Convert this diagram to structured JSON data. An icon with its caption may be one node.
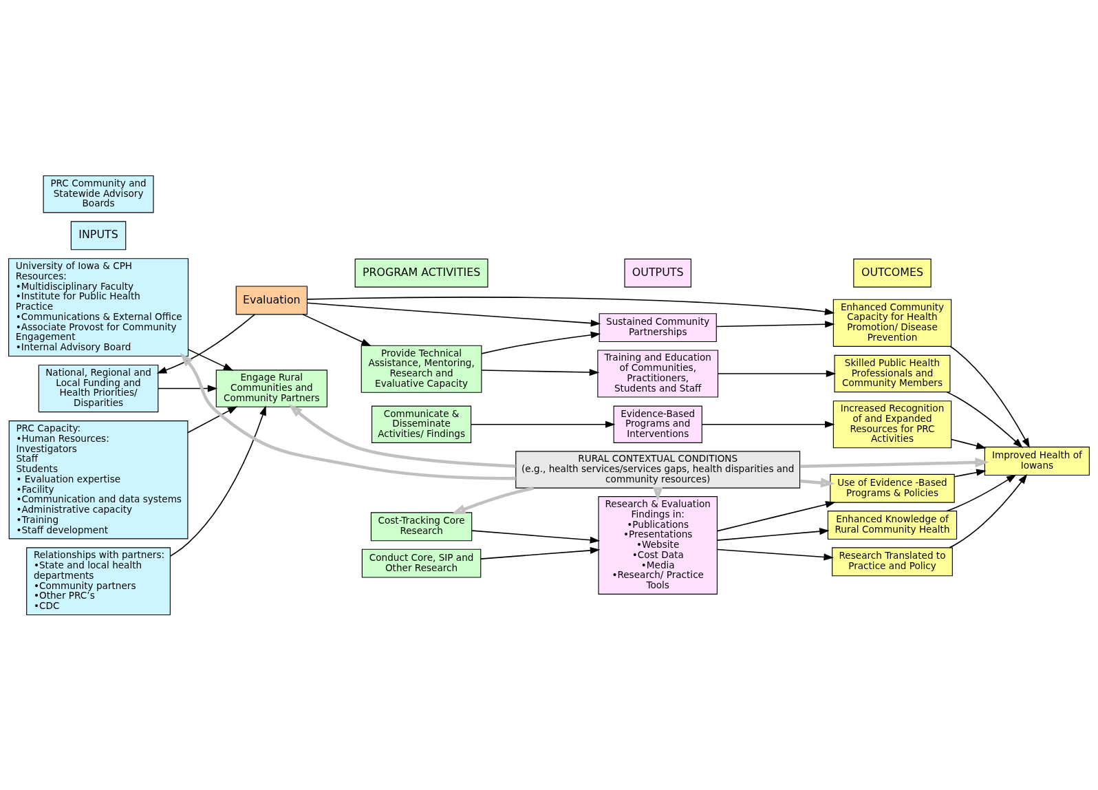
{
  "diagram": {
    "nodes": [
      {
        "text": [
          "INPUTS"
        ]
      },
      {
        "text": [
          "PROGRAM ACTIVITIES"
        ]
      },
      {
        "text": [
          "OUTPUTS"
        ]
      },
      {
        "text": [
          "OUTCOMES"
        ]
      },
      {
        "text": [
          "Evaluation"
        ]
      },
      {
        "text": [
          "National, Regional and Local Funding and Health Priorities/ Disparities"
        ]
      },
      {
        "text": [
          "PRC Community and Statewide Advisory Boards"
        ]
      },
      {
        "text": [
          "PRC Capacity:",
          "•Human Resources:",
          "Investigators",
          "Staff",
          "Students",
          "• Evaluation expertise",
          "•Facility",
          "•Communication and data systems",
          "•Administrative capacity",
          "•Training",
          "•Staff development"
        ]
      },
      {
        "text": [
          "Relationships with partners:",
          "•State and local health departments",
          "•Community partners",
          "•Other PRC’s",
          "•CDC"
        ]
      },
      {
        "text": [
          "University of Iowa & CPH Resources:",
          "•Multidisciplinary Faculty",
          "•Institute for Public Health Practice",
          "•Communications & External Office",
          "•Associate Provost for Community Engagement",
          "•Internal Advisory Board"
        ]
      },
      {
        "text": [
          "Engage Rural Communities and Community Partners"
        ]
      },
      {
        "text": [
          "Provide Technical Assistance, Mentoring, Research and Evaluative Capacity"
        ]
      },
      {
        "text": [
          "Communicate & Disseminate Activities/ Findings"
        ]
      },
      {
        "text": [
          "Conduct Core, SIP and Other Research"
        ]
      },
      {
        "text": [
          "Cost-Tracking Core Research"
        ]
      },
      {
        "text": [
          "Sustained Community Partnerships"
        ]
      },
      {
        "text": [
          "Training and Education of Communities, Practitioners, Students and Staff"
        ]
      },
      {
        "text": [
          "Evidence-Based Programs and Interventions"
        ]
      },
      {
        "text": [
          "Research & Evaluation Findings in:",
          "•Publications",
          "•Presentations",
          "•Website",
          "•Cost Data",
          "•Media",
          "•Research/ Practice Tools"
        ]
      },
      {
        "text": [
          "Enhanced Community Capacity for Health Promotion/ Disease Prevention"
        ]
      },
      {
        "text": [
          "Skilled Public Health Professionals and Community Members"
        ]
      },
      {
        "text": [
          "Increased Recognition of and Expanded Resources for PRC Activities"
        ]
      },
      {
        "text": [
          "Enhanced Knowledge of Rural Community Health"
        ]
      },
      {
        "text": [
          "Research Translated to Practice and Policy"
        ]
      },
      {
        "text": [
          "Use of Evidence -Based Programs & Policies"
        ]
      },
      {
        "text": [
          "Improved Health of Iowans"
        ]
      },
      {
        "text": [
          "RURAL CONTEXTUAL CONDITIONS",
          "(e.g., health services/services gaps, health disparities and community resources)"
        ]
      }
    ],
    "edges": [
      {
        "from": 4,
        "to": 5,
        "arrow": "to"
      },
      {
        "from": 4,
        "to": 11,
        "arrow": "to"
      },
      {
        "from": 4,
        "to": 15,
        "arrow": "to"
      },
      {
        "from": 4,
        "to": 19,
        "arrow": "to"
      },
      {
        "from": 5,
        "to": 10,
        "arrow": "to"
      },
      {
        "from": 7,
        "to": 10,
        "arrow": "to"
      },
      {
        "from": 8,
        "to": 10,
        "arrow": "to"
      },
      {
        "from": 9,
        "to": 10,
        "arrow": "to"
      },
      {
        "from": 11,
        "to": 15,
        "arrow": "to"
      },
      {
        "from": 11,
        "to": 16,
        "arrow": "to"
      },
      {
        "from": 12,
        "to": 17,
        "arrow": "to"
      },
      {
        "from": 13,
        "to": 18,
        "arrow": "to"
      },
      {
        "from": 14,
        "to": 18,
        "arrow": "to"
      },
      {
        "from": 15,
        "to": 19,
        "arrow": "to"
      },
      {
        "from": 16,
        "to": 20,
        "arrow": "to"
      },
      {
        "from": 17,
        "to": 21,
        "arrow": "to"
      },
      {
        "from": 18,
        "to": 22,
        "arrow": "to"
      },
      {
        "from": 18,
        "to": 23,
        "arrow": "to"
      },
      {
        "from": 18,
        "to": 24,
        "arrow": "to"
      },
      {
        "from": 19,
        "to": 25,
        "arrow": "to"
      },
      {
        "from": 20,
        "to": 25,
        "arrow": "to"
      },
      {
        "from": 21,
        "to": 25,
        "arrow": "to"
      },
      {
        "from": 22,
        "to": 25,
        "arrow": "to"
      },
      {
        "from": 23,
        "to": 25,
        "arrow": "to"
      },
      {
        "from": 24,
        "to": 25,
        "arrow": "to"
      },
      {
        "from": 26,
        "to": 9,
        "arrow": "to",
        "style": "thick",
        "color": "#c0c0c0"
      },
      {
        "from": 26,
        "to": 10,
        "arrow": "to",
        "style": "thick",
        "color": "#c0c0c0"
      },
      {
        "from": 26,
        "to": 14,
        "arrow": "to",
        "style": "thick",
        "color": "#c0c0c0"
      },
      {
        "from": 26,
        "to": 18,
        "arrow": "to",
        "style": "thick",
        "color": "#c0c0c0"
      },
      {
        "from": 26,
        "to": 24,
        "arrow": "to",
        "style": "thick",
        "color": "#c0c0c0"
      },
      {
        "from": 26,
        "to": 25,
        "arrow": "to",
        "style": "thick",
        "color": "#c0c0c0"
      }
    ]
  }
}
